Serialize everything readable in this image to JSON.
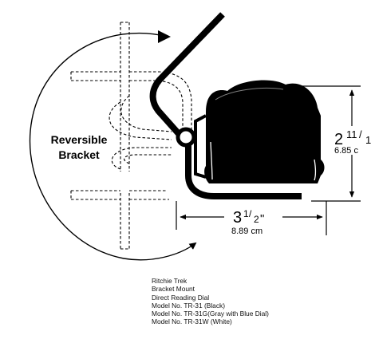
{
  "diagram": {
    "bracket_label": [
      "Reversible",
      "Bracket"
    ],
    "width": {
      "whole": "3",
      "fraction_num": "1",
      "fraction_den": "2",
      "unit_mark": "\"",
      "metric": "8.89 cm"
    },
    "height": {
      "whole": "2",
      "fraction_num": "11",
      "fraction_den": "1",
      "metric": "6.85 c"
    },
    "colors": {
      "ink": "#000000",
      "background": "#ffffff"
    }
  },
  "caption": {
    "lines": [
      "Ritchie Trek",
      "Bracket Mount",
      "Direct Reading Dial",
      "Model No. TR-31 (Black)",
      "Model No. TR-31G(Gray with Blue Dial)",
      "Model No. TR-31W (White)"
    ]
  }
}
